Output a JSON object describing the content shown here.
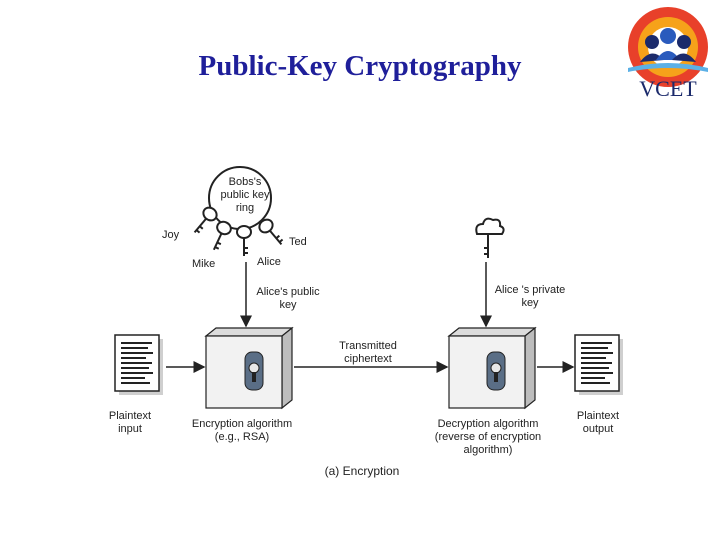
{
  "slide": {
    "title": "Public-Key Cryptography",
    "logo_text": "VCET"
  },
  "diagram": {
    "keyring": {
      "line1": "Bobs's",
      "line2": "public key",
      "line3": "ring"
    },
    "keys": {
      "joy": "Joy",
      "mike": "Mike",
      "alice": "Alice",
      "ted": "Ted"
    },
    "public_key_label": {
      "line1": "Alice's public",
      "line2": "key"
    },
    "private_key_label": {
      "line1": "Alice 's private",
      "line2": "key"
    },
    "transmitted": {
      "line1": "Transmitted",
      "line2": "ciphertext"
    },
    "plaintext_input": {
      "line1": "Plaintext",
      "line2": "input"
    },
    "encryption": {
      "line1": "Encryption algorithm",
      "line2": "(e.g., RSA)"
    },
    "decryption": {
      "line1": "Decryption algorithm",
      "line2": "(reverse of encryption",
      "line3": "algorithm)"
    },
    "plaintext_output": {
      "line1": "Plaintext",
      "line2": "output"
    },
    "caption": "(a) Encryption"
  },
  "colors": {
    "title": "#1f1f9a",
    "box_face": "#f2f2f2",
    "box_side": "#bdbdbd",
    "lock": "#5a6e86"
  }
}
